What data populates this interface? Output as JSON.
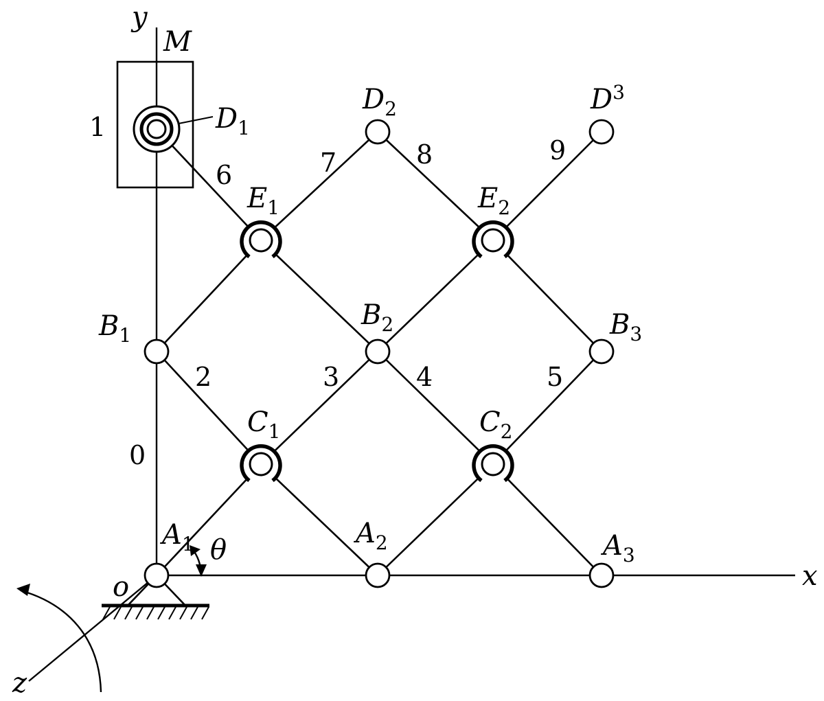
{
  "axes": {
    "y": "y",
    "x": "x",
    "z": "z",
    "origin": "o",
    "angle": "θ",
    "slider": "M"
  },
  "links": [
    "0",
    "1",
    "2",
    "3",
    "4",
    "5",
    "6",
    "7",
    "8",
    "9"
  ],
  "joints": {
    "A1": {
      "letter": "A",
      "sub": "1"
    },
    "A2": {
      "letter": "A",
      "sub": "2"
    },
    "A3": {
      "letter": "A",
      "sub": "3"
    },
    "B1": {
      "letter": "B",
      "sub": "1"
    },
    "B2": {
      "letter": "B",
      "sub": "2"
    },
    "B3": {
      "letter": "B",
      "sub": "3"
    },
    "C1": {
      "letter": "C",
      "sub": "1"
    },
    "C2": {
      "letter": "C",
      "sub": "2"
    },
    "D1": {
      "letter": "D",
      "sub": "1"
    },
    "D2": {
      "letter": "D",
      "sub": "2"
    },
    "D3": {
      "letter": "D",
      "sub": "3"
    },
    "E1": {
      "letter": "E",
      "sub": "1"
    },
    "E2": {
      "letter": "E",
      "sub": "2"
    }
  }
}
